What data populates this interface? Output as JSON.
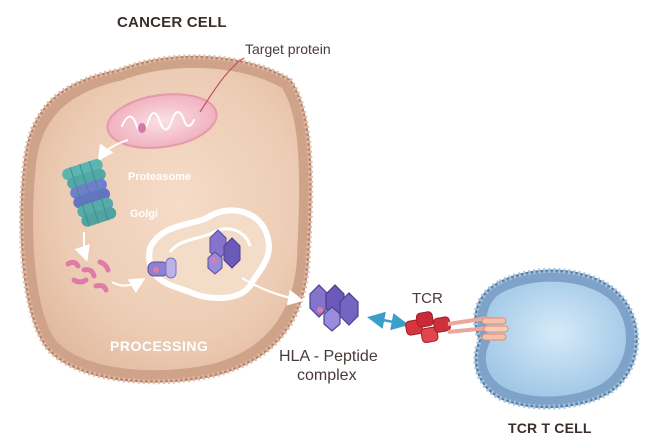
{
  "labels": {
    "cancer_cell": "CANCER CELL",
    "target_protein": "Target protein",
    "proteasome": "Proteasome",
    "golgi": "Golgi",
    "processing": "PROCESSING",
    "hla_peptide_line1": "HLA - Peptide",
    "hla_peptide_line2": "complex",
    "tcr": "TCR",
    "tcr_t_cell": "TCR T CELL"
  },
  "colors": {
    "cancer_membrane": "#c9a08a",
    "cancer_cytoplasm": "#f1d2bd",
    "mitochondrion": "#f2b8c2",
    "proteasome": "#5bb3b0",
    "proteasome_core": "#6b73c4",
    "peptide": "#e07aa6",
    "hla": "#7a66c2",
    "tcr": "#d8353f",
    "tcell_membrane": "#6c8fb8",
    "tcell_cytoplasm": "#b9d9f2",
    "interaction_arrow": "#3aa0c8"
  },
  "icons": [
    "target-protein-icon",
    "proteasome-icon",
    "peptide-fragments-icon",
    "golgi-icon",
    "hla-peptide-complex-icon",
    "tcr-icon",
    "interaction-arrow-icon"
  ]
}
